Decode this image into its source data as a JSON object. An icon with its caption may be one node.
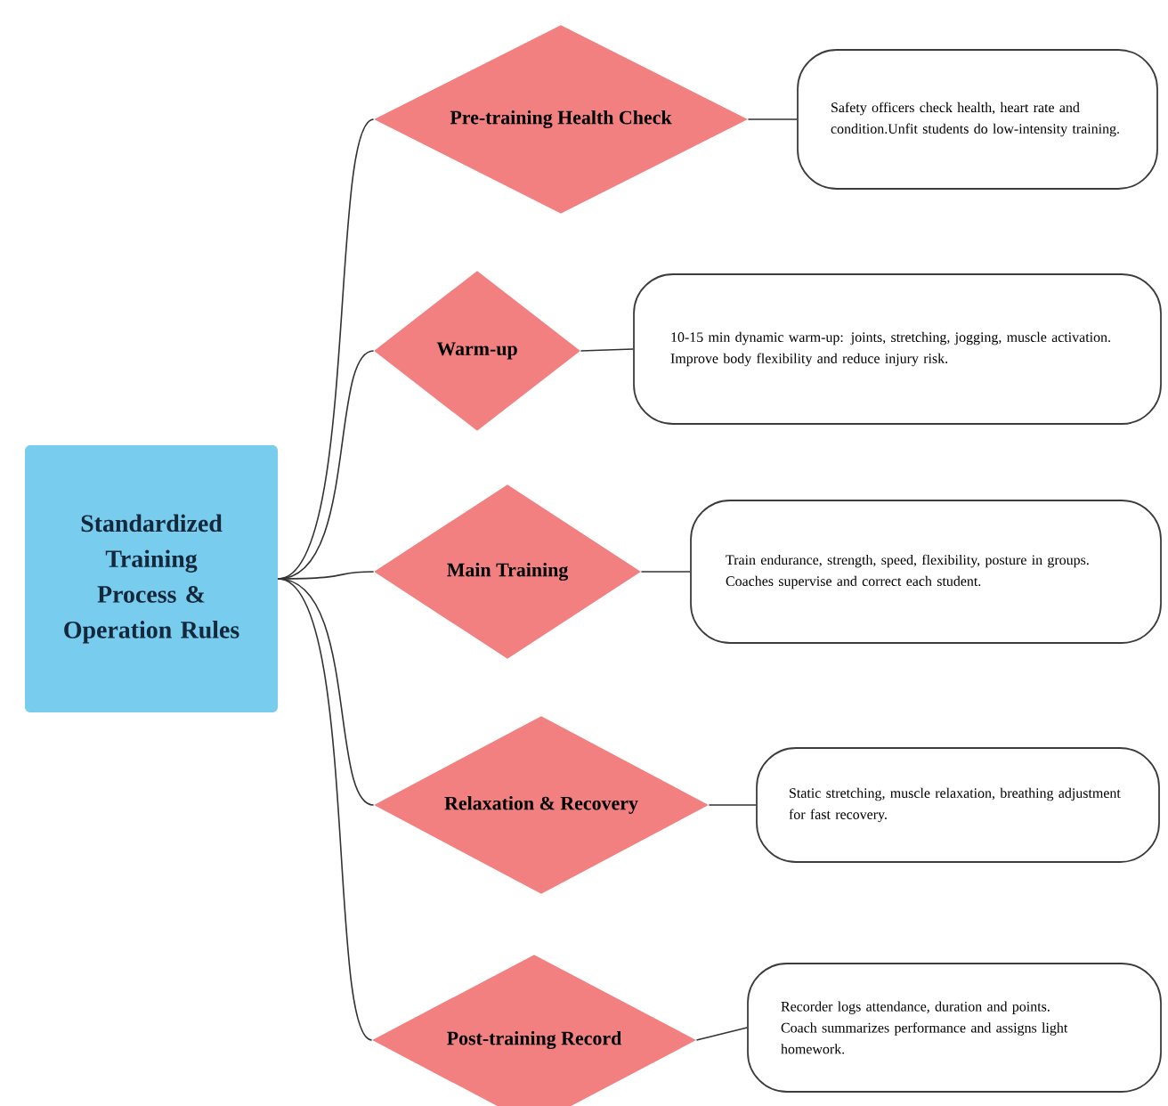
{
  "diagram": {
    "nodes": [
      {
        "text": [
          "Standardized Training Process & Operation Rules"
        ]
      },
      {
        "text": [
          "Pre-training Health Check"
        ]
      },
      {
        "text": [
          "Safety officers check health, heart rate and condition.Unfit students do low-intensity training."
        ]
      },
      {
        "text": [
          "Warm-up"
        ]
      },
      {
        "text": [
          "10-15 min dynamic warm-up: joints, stretching, jogging, muscle activation.",
          "Improve body flexibility and reduce injury risk."
        ]
      },
      {
        "text": [
          "Main Training"
        ]
      },
      {
        "text": [
          "Train endurance, strength, speed, flexibility, posture in groups.",
          "Coaches supervise and correct each student."
        ]
      },
      {
        "text": [
          "Relaxation & Recovery"
        ]
      },
      {
        "text": [
          "Static stretching, muscle relaxation, breathing adjustment for fast recovery."
        ]
      },
      {
        "text": [
          "Post-training Record"
        ]
      },
      {
        "text": [
          "Recorder logs attendance, duration and points.",
          "Coach summarizes performance and assigns light homework."
        ]
      }
    ],
    "edges": [
      {
        "from": 0,
        "to": 1,
        "arrow": "none"
      },
      {
        "from": 0,
        "to": 3,
        "arrow": "none"
      },
      {
        "from": 0,
        "to": 5,
        "arrow": "none"
      },
      {
        "from": 0,
        "to": 7,
        "arrow": "none"
      },
      {
        "from": 0,
        "to": 9,
        "arrow": "none"
      },
      {
        "from": 1,
        "to": 2,
        "arrow": "none"
      },
      {
        "from": 3,
        "to": 4,
        "arrow": "none"
      },
      {
        "from": 5,
        "to": 6,
        "arrow": "none"
      },
      {
        "from": 7,
        "to": 8,
        "arrow": "none"
      },
      {
        "from": 9,
        "to": 10,
        "arrow": "none"
      }
    ]
  }
}
